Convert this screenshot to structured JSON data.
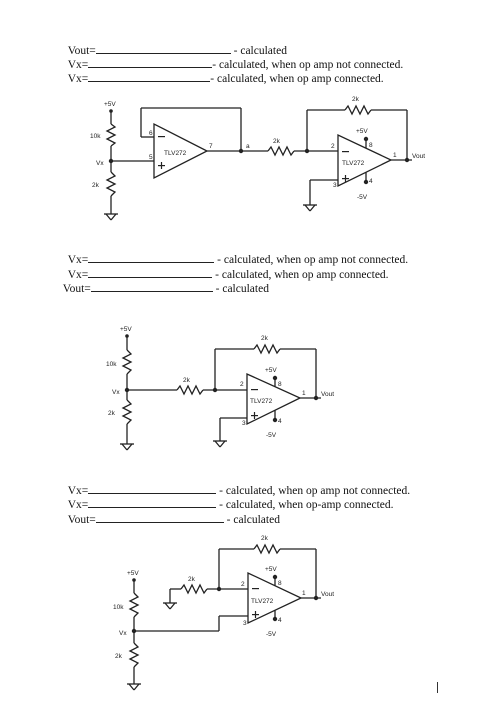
{
  "worksheet": {
    "section1": {
      "lines": [
        {
          "label": "Vout=",
          "suffix": " - calculated"
        },
        {
          "label": "Vx=",
          "suffix": "- calculated, when op amp not connected."
        },
        {
          "label": "Vx=",
          "suffix": "- calculated, when op amp connected."
        }
      ]
    },
    "circuit1": {
      "supply_label": "+5V",
      "r_top_label": "10k",
      "r_bottom_label": "2k",
      "vx_label": "Vx",
      "opamp1_label": "TLV272",
      "opamp1_pin_inv": "6",
      "opamp1_pin_noninv": "5",
      "opamp1_pin_out": "7",
      "node_a_label": "a",
      "r_series_label": "2k",
      "r_feedback_label": "2k",
      "opamp2_label": "TLV272",
      "opamp2_pin_inv": "2",
      "opamp2_pin_noninv": "3",
      "opamp2_pin_out": "1",
      "opamp2_pin_vpos": "8",
      "opamp2_pin_vneg": "4",
      "vpos_label": "+5V",
      "vneg_label": "-5V",
      "vout_label": "Vout"
    },
    "section2": {
      "lines": [
        {
          "label": "Vx=",
          "suffix": " - calculated, when op amp not connected."
        },
        {
          "label": "Vx=",
          "suffix": " - calculated, when op amp connected."
        },
        {
          "label": "Vout=",
          "suffix": " - calculated"
        }
      ]
    },
    "circuit2": {
      "supply_label": "+5V",
      "r_top_label": "10k",
      "r_bottom_label": "2k",
      "vx_label": "Vx",
      "r_series_label": "2k",
      "r_feedback_label": "2k",
      "opamp_label": "TLV272",
      "pin_inv": "2",
      "pin_noninv": "3",
      "pin_out": "1",
      "pin_vpos": "8",
      "pin_vneg": "4",
      "vpos_label": "+5V",
      "vneg_label": "-5V",
      "vout_label": "Vout"
    },
    "section3": {
      "lines": [
        {
          "label": "Vx=",
          "suffix": " - calculated, when op amp not connected."
        },
        {
          "label": "Vx=",
          "suffix": " - calculated, when op-amp connected."
        },
        {
          "label": "Vout=",
          "suffix": " - calculated"
        }
      ]
    },
    "circuit3": {
      "supply_label": "+5V",
      "r_top_label": "10k",
      "r_bottom_label": "2k",
      "vx_label": "Vx",
      "r_series_label": "2k",
      "r_feedback_label": "2k",
      "opamp_label": "TLV272",
      "pin_inv": "2",
      "pin_noninv": "3",
      "pin_out": "1",
      "pin_vpos": "8",
      "pin_vneg": "4",
      "vpos_label": "+5V",
      "vneg_label": "-5V",
      "vout_label": "Vout"
    }
  }
}
